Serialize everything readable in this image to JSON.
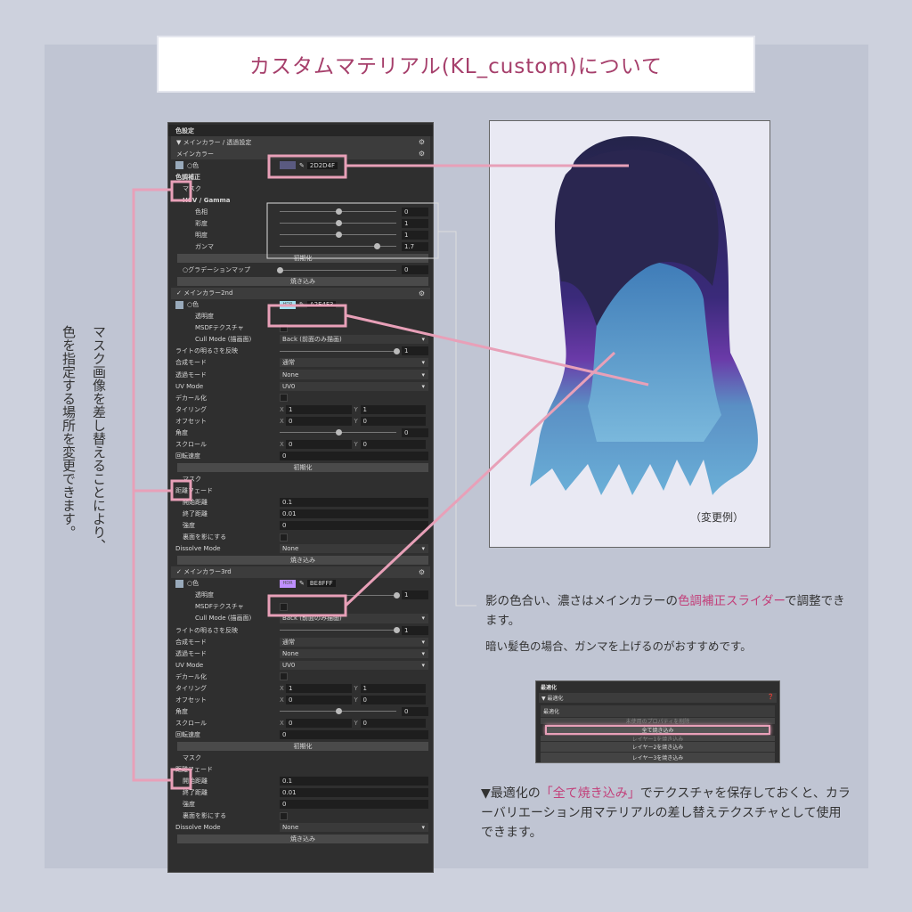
{
  "title": "カスタムマテリアル(KL_custom)について",
  "panel": {
    "rows": [
      {
        "t": "head",
        "label": "色設定"
      },
      {
        "t": "sec",
        "label": "▼ メインカラー / 透過設定",
        "gear": true
      },
      {
        "t": "sec",
        "label": "メインカラー",
        "gear": true
      },
      {
        "t": "color",
        "label": "○色",
        "swatch": "#5a5a80",
        "hdr": "",
        "hex": "2D2D4F"
      },
      {
        "t": "text",
        "cls": "bold",
        "label": "色調補正"
      },
      {
        "t": "text",
        "cls": "ind2",
        "label": "マスク"
      },
      {
        "t": "text",
        "cls": "bold ind2",
        "label": "HSV / Gamma"
      },
      {
        "t": "slider",
        "cls": "ind",
        "label": "色相",
        "pos": 0.5,
        "val": "0"
      },
      {
        "t": "slider",
        "cls": "ind",
        "label": "彩度",
        "pos": 0.5,
        "val": "1"
      },
      {
        "t": "slider",
        "cls": "ind",
        "label": "明度",
        "pos": 0.5,
        "val": "1"
      },
      {
        "t": "slider",
        "cls": "ind",
        "label": "ガンマ",
        "pos": 0.83,
        "val": "1.7"
      },
      {
        "t": "btn",
        "label": "初期化"
      },
      {
        "t": "slider",
        "cls": "ind2",
        "label": "○グラデーションマップ",
        "pos": 0,
        "val": "0"
      },
      {
        "t": "btn",
        "label": "焼き込み"
      },
      {
        "t": "sec",
        "label": "✓ メインカラー2nd",
        "gear": true
      },
      {
        "t": "color",
        "label": "○色",
        "swatch": "#a2e4f3",
        "hdr": "HDR",
        "hex": "A2E4F3"
      },
      {
        "t": "text",
        "cls": "ind",
        "label": "透明度"
      },
      {
        "t": "check",
        "cls": "ind",
        "label": "MSDFテクスチャ"
      },
      {
        "t": "drop",
        "cls": "ind",
        "label": "Cull Mode (描画面)",
        "val": "Back (前面のみ描画)"
      },
      {
        "t": "slider",
        "label": "ライトの明るさを反映",
        "pos": 1,
        "val": "1"
      },
      {
        "t": "drop",
        "label": "合成モード",
        "val": "通常"
      },
      {
        "t": "drop",
        "label": "透過モード",
        "val": "None"
      },
      {
        "t": "drop",
        "label": "UV Mode",
        "val": "UV0"
      },
      {
        "t": "check",
        "label": "デカール化"
      },
      {
        "t": "xy",
        "label": "タイリング",
        "x": "1",
        "y": "1"
      },
      {
        "t": "xy",
        "label": "オフセット",
        "x": "0",
        "y": "0"
      },
      {
        "t": "slider",
        "label": "角度",
        "pos": 0.5,
        "val": "0"
      },
      {
        "t": "xy",
        "label": "スクロール",
        "x": "0",
        "y": "0"
      },
      {
        "t": "field",
        "label": "回転速度",
        "val": "0"
      },
      {
        "t": "btn",
        "label": "初期化"
      },
      {
        "t": "text",
        "cls": "ind2",
        "label": "マスク"
      },
      {
        "t": "text",
        "label": "距離フェード"
      },
      {
        "t": "field",
        "cls": "ind2",
        "label": "開始距離",
        "val": "0.1"
      },
      {
        "t": "field",
        "cls": "ind2",
        "label": "終了距離",
        "val": "0.01"
      },
      {
        "t": "field",
        "cls": "ind2",
        "label": "強度",
        "val": "0"
      },
      {
        "t": "check",
        "cls": "ind2",
        "label": "裏面を影にする"
      },
      {
        "t": "drop",
        "label": "Dissolve Mode",
        "val": "None"
      },
      {
        "t": "btn",
        "label": "焼き込み"
      },
      {
        "t": "sec",
        "label": "✓ メインカラー3rd",
        "gear": true
      },
      {
        "t": "color",
        "label": "○色",
        "swatch": "#be8fff",
        "hdr": "HDR",
        "hex": "BE8FFF"
      },
      {
        "t": "slider",
        "cls": "ind",
        "label": "透明度",
        "pos": 1,
        "val": "1"
      },
      {
        "t": "check",
        "cls": "ind",
        "label": "MSDFテクスチャ"
      },
      {
        "t": "drop",
        "cls": "ind",
        "label": "Cull Mode (描画面)",
        "val": "Back (前面のみ描画)"
      },
      {
        "t": "slider",
        "label": "ライトの明るさを反映",
        "pos": 1,
        "val": "1"
      },
      {
        "t": "drop",
        "label": "合成モード",
        "val": "通常"
      },
      {
        "t": "drop",
        "label": "透過モード",
        "val": "None"
      },
      {
        "t": "drop",
        "label": "UV Mode",
        "val": "UV0"
      },
      {
        "t": "check",
        "label": "デカール化"
      },
      {
        "t": "xy",
        "label": "タイリング",
        "x": "1",
        "y": "1"
      },
      {
        "t": "xy",
        "label": "オフセット",
        "x": "0",
        "y": "0"
      },
      {
        "t": "slider",
        "label": "角度",
        "pos": 0.5,
        "val": "0"
      },
      {
        "t": "xy",
        "label": "スクロール",
        "x": "0",
        "y": "0"
      },
      {
        "t": "field",
        "label": "回転速度",
        "val": "0"
      },
      {
        "t": "btn",
        "label": "初期化"
      },
      {
        "t": "text",
        "cls": "ind2",
        "label": "マスク"
      },
      {
        "t": "text",
        "label": "距離フェード"
      },
      {
        "t": "field",
        "cls": "ind2",
        "label": "開始距離",
        "val": "0.1"
      },
      {
        "t": "field",
        "cls": "ind2",
        "label": "終了距離",
        "val": "0.01"
      },
      {
        "t": "field",
        "cls": "ind2",
        "label": "強度",
        "val": "0"
      },
      {
        "t": "check",
        "cls": "ind2",
        "label": "裏面を影にする"
      },
      {
        "t": "drop",
        "label": "Dissolve Mode",
        "val": "None"
      },
      {
        "t": "btn",
        "label": "焼き込み"
      }
    ]
  },
  "vertical_note": {
    "line1": "マスク画像を差し替えることにより、",
    "line2": "色を指定する場所を変更できます。"
  },
  "example_label": "（変更例）",
  "note1": {
    "pre": "影の色合い、濃さはメインカラーの",
    "pink": "色調補正スライダー",
    "post": "で調整できます。"
  },
  "note2": "暗い髪色の場合、ガンマを上げるのがおすすめです。",
  "mini_panel": {
    "title": "最適化",
    "section": "▼ 最適化",
    "sub": "最適化",
    "hidden_btn": "未使用のプロパティを削除",
    "bake_all": "全て焼き込み",
    "hidden_btn2": "レイヤー1を焼き込み",
    "layer2": "レイヤー2を焼き込み",
    "layer3": "レイヤー3を焼き込み"
  },
  "note3": {
    "pre": "▼最適化の",
    "pink": "「全て焼き込み」",
    "post": "でテクスチャを保存しておくと、カラーバリエーション用マテリアルの差し替えテクスチャとして使用できます。"
  },
  "colors": {
    "accent": "#e8a0b8",
    "title": "#a63f6b",
    "hair_top": "#2d2d4f",
    "hair_2nd": "#a2e4f3",
    "hair_3rd": "#be8fff"
  }
}
